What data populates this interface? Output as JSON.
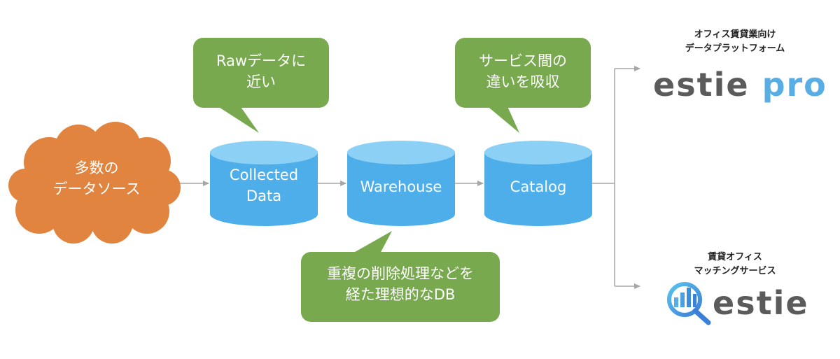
{
  "source": {
    "lines": [
      "多数の",
      "データソース"
    ]
  },
  "stores": [
    {
      "lines": [
        "Collected",
        "Data"
      ]
    },
    {
      "lines": [
        "Warehouse"
      ]
    },
    {
      "lines": [
        "Catalog"
      ]
    }
  ],
  "notes": [
    {
      "lines": [
        "Rawデータに",
        "近い"
      ]
    },
    {
      "lines": [
        "サービス間の",
        "違いを吸収"
      ]
    },
    {
      "lines": [
        "重複の削除処理などを",
        "経た理想的なDB"
      ]
    }
  ],
  "products": [
    {
      "subtitle_lines": [
        "オフィス賃貸業向け",
        "データプラットフォーム"
      ],
      "logo_word1": "estie",
      "logo_word2": "pro"
    },
    {
      "subtitle_lines": [
        "賃貸オフィス",
        "マッチングサービス"
      ],
      "logo_word1": "estie"
    }
  ],
  "colors": {
    "cloud": "#e0843f",
    "cylinder": "#4daeea",
    "cylinder_top": "#8dd0f5",
    "note": "#78a94f",
    "arrow": "#a6a6a6",
    "logo_gray": "#5b5b5b",
    "logo_blue": "#58aee4"
  },
  "icons": {
    "estie_logo": "bar-chart-magnifier-icon"
  }
}
